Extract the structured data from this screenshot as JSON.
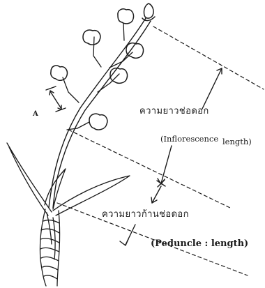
{
  "labels": {
    "marker": "A",
    "inflorescence_th": "ความยาวช่อดอก",
    "inflorescence_en_a": "(Inflorescence",
    "inflorescence_en_b": "length)",
    "peduncle_th": "ความยาวก้านช่อดอก",
    "peduncle_en": "(Peduncle : length)"
  },
  "colors": {
    "ink": "#1a1a1a",
    "background": "#ffffff"
  }
}
